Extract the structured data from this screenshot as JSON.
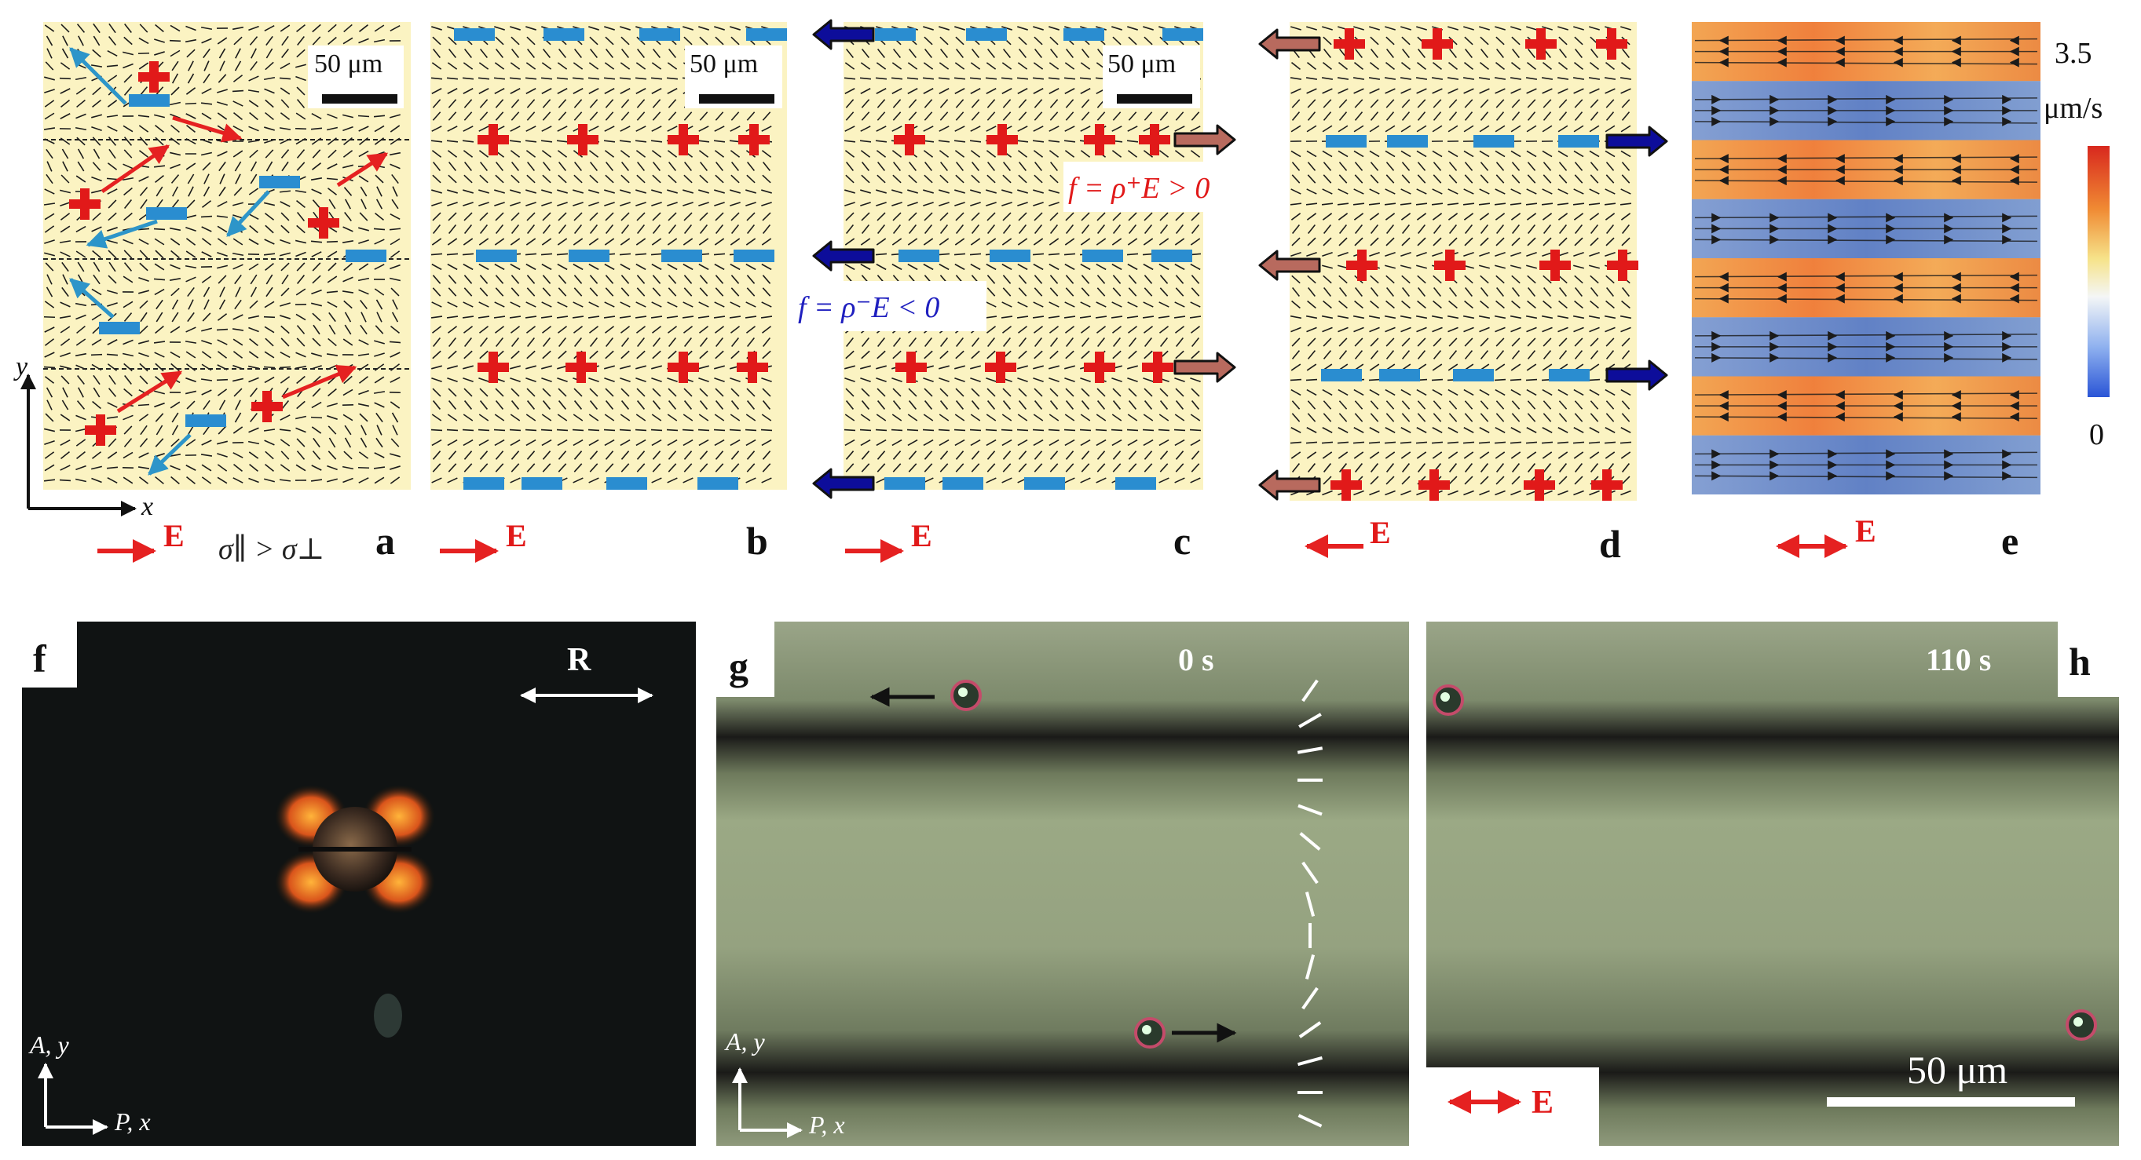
{
  "colors": {
    "panel_bg": "#fbf3c2",
    "plus_red": "#e11919",
    "minus_blue": "#2a8dd0",
    "arrow_red": "#e52121",
    "arrow_cyan": "#2d95c9",
    "force_dark_blue": "#0d0d9a",
    "force_brown": "#b86a5e",
    "flow_orange": "#ef7a30",
    "flow_blue": "#3e6fd8",
    "micro_dark": "#141414",
    "micro_green": "#7d8a6c"
  },
  "top": {
    "panel_a": {
      "letter": "a",
      "scale_label": "50 μm",
      "field_label": "E",
      "condition": "σ∥ > σ⊥",
      "axis_y": "y",
      "axis_x": "x"
    },
    "panel_b": {
      "letter": "b",
      "scale_label": "50 μm",
      "field_label": "E"
    },
    "panel_c": {
      "letter": "c",
      "scale_label": "50 μm",
      "field_label": "E",
      "force_positive": "f = ρ⁺E > 0",
      "force_negative": "f = ρ⁻E < 0"
    },
    "panel_d": {
      "letter": "d",
      "field_label": "E"
    },
    "panel_e": {
      "letter": "e",
      "field_label": "E",
      "colorbar_max": "3.5",
      "colorbar_unit": "μm/s",
      "colorbar_min": "0"
    }
  },
  "bottom": {
    "panel_f": {
      "letter": "f",
      "rubbing_label": "R",
      "analyzer_label": "A, y",
      "polarizer_label": "P, x"
    },
    "panel_g": {
      "letter": "g",
      "time_label": "0 s",
      "analyzer_label": "A, y",
      "polarizer_label": "P, x"
    },
    "panel_h": {
      "letter": "h",
      "time_label": "110 s",
      "scale_label": "50 μm",
      "field_label": "E"
    }
  }
}
